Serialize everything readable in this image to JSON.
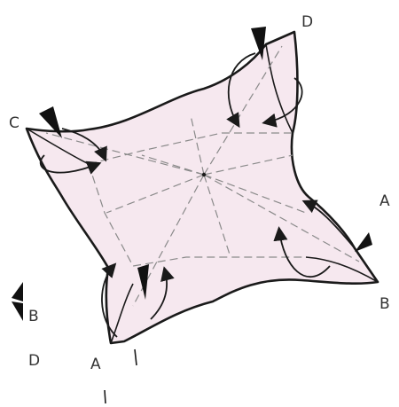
{
  "diagram": {
    "labels": {
      "top": "D",
      "left": "C",
      "right": "A",
      "bottom_right": "B",
      "bottom_left": "A",
      "edge_upper": "B",
      "edge_lower": "D"
    },
    "colors": {
      "paper_fill": "#f6e8ef",
      "ink": "#1a1a1a",
      "crease": "#8a8a8a"
    }
  }
}
